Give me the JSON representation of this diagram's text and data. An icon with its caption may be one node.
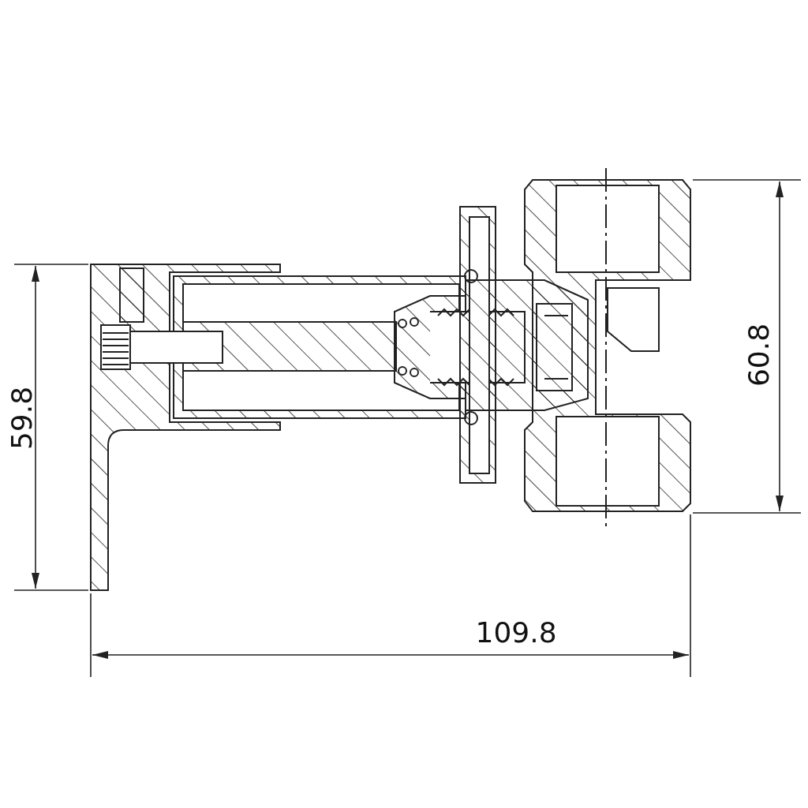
{
  "diagram": {
    "labels": [
      "60.8",
      "59.8",
      "109.8"
    ]
  }
}
